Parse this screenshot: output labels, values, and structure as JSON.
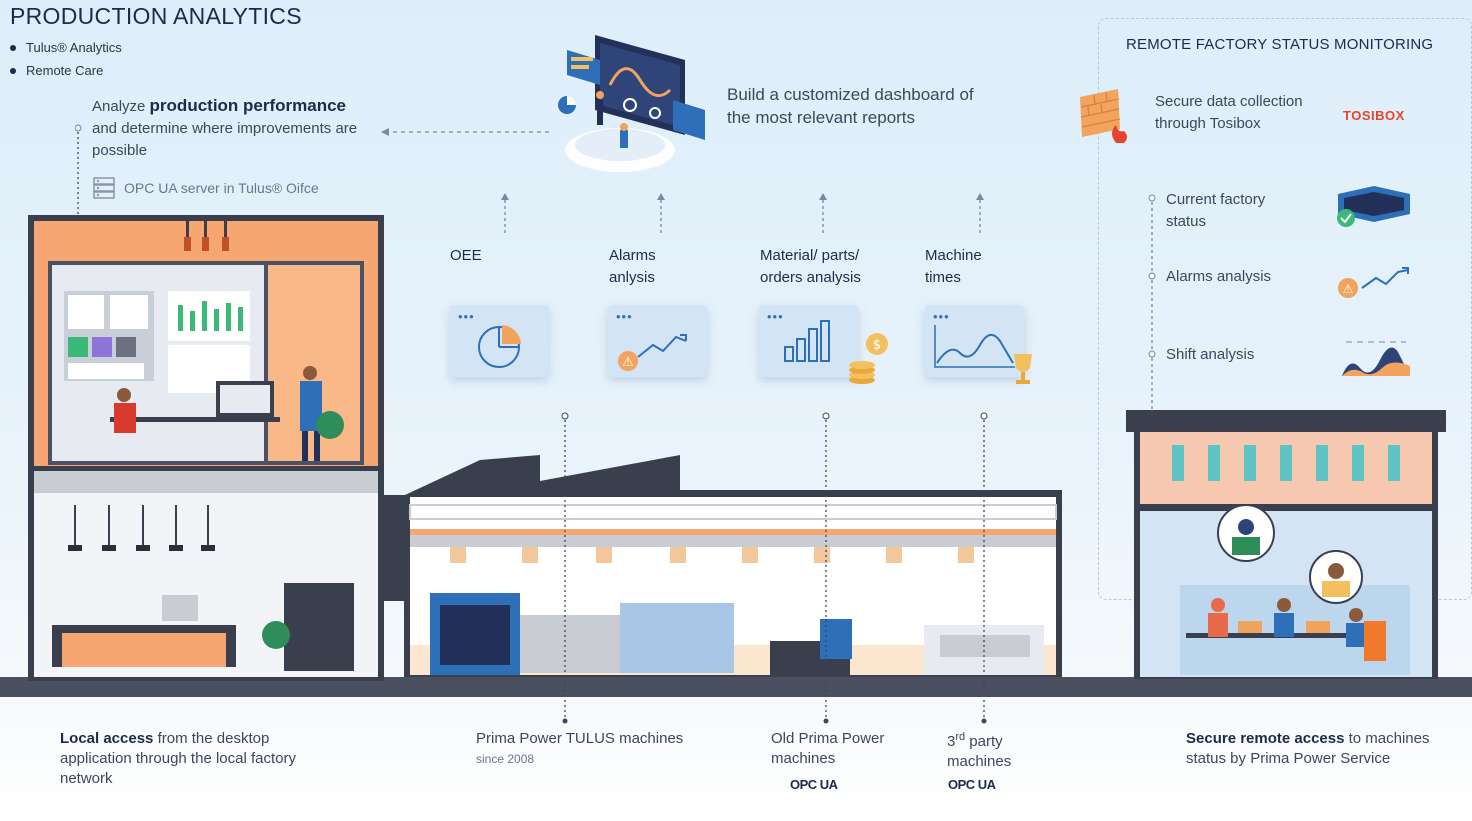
{
  "header": {
    "title": "PRODUCTION ANALYTICS",
    "bullets": [
      "Tulus® Analytics",
      "Remote Care"
    ]
  },
  "left_panel": {
    "analyze_prefix": "Analyze ",
    "analyze_bold": "production performance",
    "analyze_rest": "and determine where improvements are possible",
    "opc_server_label": "OPC UA server in Tulus® Oifce"
  },
  "dashboard": {
    "caption": "Build a customized dashboard of the most relevant reports"
  },
  "reports": [
    {
      "label_line1": "OEE",
      "label_line2": "",
      "icon": "pie-chart-icon"
    },
    {
      "label_line1": "Alarms",
      "label_line2": "anlysis",
      "icon": "alarm-trend-icon"
    },
    {
      "label_line1": "Material/ parts/",
      "label_line2": "orders analysis",
      "icon": "bar-chart-icon"
    },
    {
      "label_line1": "Machine",
      "label_line2": "times",
      "icon": "area-chart-icon"
    }
  ],
  "remote_monitoring": {
    "title": "REMOTE FACTORY STATUS MONITORING",
    "secure_collection": "Secure data collection through Tosibox",
    "tosibox_logo": "TOSIBOX",
    "items": [
      "Current factory status",
      "Alarms analysis",
      "Shift analysis"
    ]
  },
  "bottom": {
    "local_bold": "Local access",
    "local_rest": " from the desktop application through the local factory network",
    "tulus_machines": "Prima Power TULUS machines",
    "tulus_since": "since 2008",
    "old_machines": "Old Prima Power machines",
    "third_sup": "rd",
    "third_num": "3",
    "third_rest": " party machines",
    "opc_ua_logo": "OPC UA",
    "remote_bold": "Secure remote access",
    "remote_rest": " to machines status by Prima Power Service"
  },
  "colors": {
    "accent_orange": "#f2a35e",
    "office_wall": "#f6a670",
    "building_dark": "#3a3f4e",
    "brand_blue": "#2d6fb8",
    "tosibox_red": "#e8442c"
  }
}
